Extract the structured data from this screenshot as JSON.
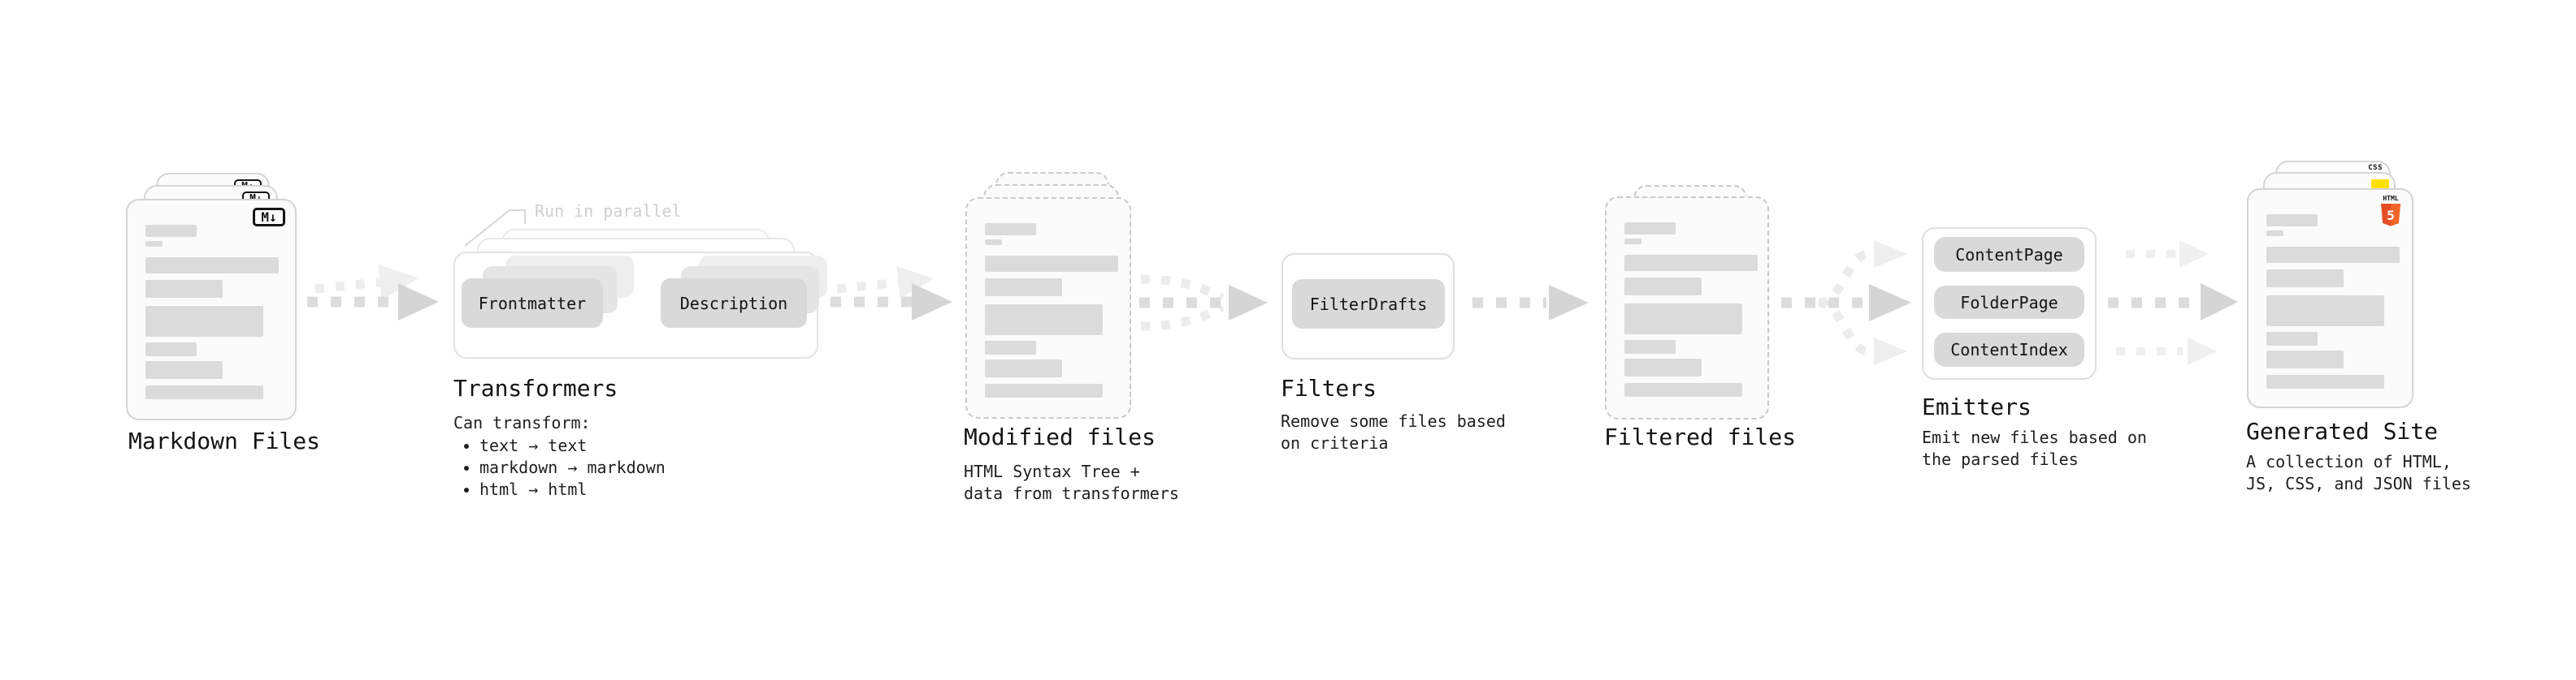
{
  "stages": {
    "markdown": {
      "title": "Markdown Files",
      "badge": "M↓"
    },
    "transformers": {
      "title": "Transformers",
      "note": "Run in parallel",
      "pill_left": "Frontmatter",
      "pill_right": "Description",
      "desc_heading": "Can transform:",
      "bullets": [
        "text → text",
        "markdown → markdown",
        "html → html"
      ]
    },
    "modified": {
      "title": "Modified files",
      "desc_line1": "HTML Syntax Tree +",
      "desc_line2": "data from transformers"
    },
    "filters": {
      "title": "Filters",
      "pill": "FilterDrafts",
      "desc_line1": "Remove some files based",
      "desc_line2": "on criteria"
    },
    "filtered": {
      "title": "Filtered files"
    },
    "emitters": {
      "title": "Emitters",
      "pills": [
        "ContentPage",
        "FolderPage",
        "ContentIndex"
      ],
      "desc_line1": "Emit new files based on",
      "desc_line2": "the parsed files"
    },
    "generated": {
      "title": "Generated Site",
      "desc_line1": "A collection of HTML,",
      "desc_line2": "JS, CSS, and JSON files",
      "badge_css": "CSS",
      "badge_html_word": "HTML",
      "badge_html_num": "5"
    }
  },
  "colors": {
    "accent_html_dark": "#e44d26",
    "accent_html_light": "#f16529",
    "accent_js": "#ffe100",
    "accent_css": "#2f6df6"
  }
}
